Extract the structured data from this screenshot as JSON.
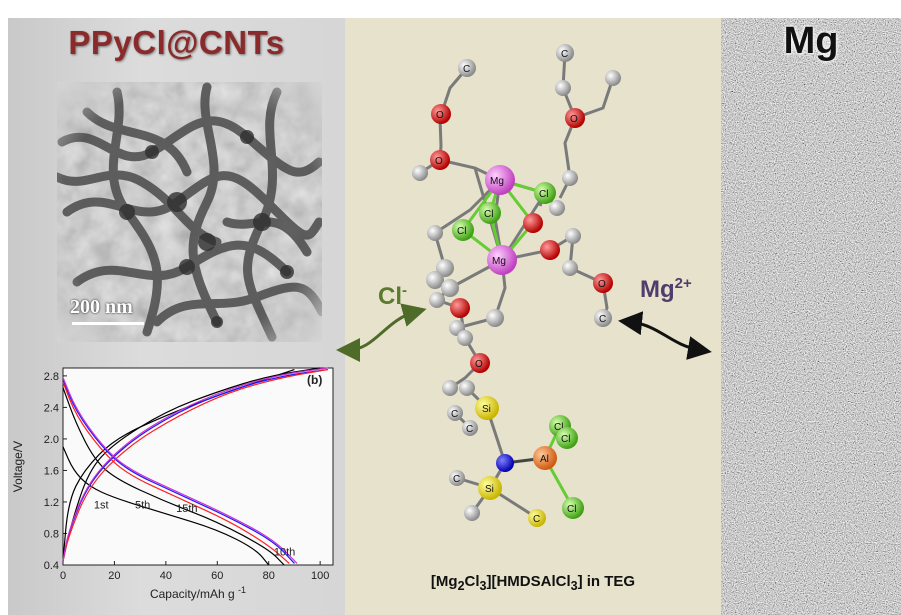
{
  "left_title": "PPyCl@CNTs",
  "right_title": "Mg",
  "scale_bar_label": "200 nm",
  "ion_left": {
    "base": "Cl",
    "sup": "-"
  },
  "ion_right": {
    "base": "Mg",
    "sup": "2+"
  },
  "formula": {
    "parts": [
      "[Mg",
      "2",
      "Cl",
      "3",
      "][HMDSAlCl",
      "3",
      "] in TEG"
    ]
  },
  "atom_labels": {
    "mg": "Mg",
    "cl": "Cl",
    "o": "O",
    "c": "C",
    "si": "Si",
    "al": "Al"
  },
  "colors": {
    "title_red": "#8b2a2a",
    "cl_green": "#5a7a2e",
    "mg_purple": "#4f3d6b",
    "cycle_1": "#000000",
    "cycle_5": "#000000",
    "cycle_10": "#1a1aff",
    "cycle_15": "#ff2020",
    "extra_magenta": "#cc33cc"
  },
  "chart_data": {
    "type": "line",
    "panel_label": "(b)",
    "xlabel": "Capacity/mAh g",
    "xlabel_sup": "-1",
    "ylabel": "Voltage/V",
    "xlim": [
      0,
      105
    ],
    "ylim": [
      0.4,
      2.9
    ],
    "xticks": [
      0,
      20,
      40,
      60,
      80,
      100
    ],
    "yticks": [
      0.4,
      0.8,
      1.2,
      1.6,
      2.0,
      2.4,
      2.8
    ],
    "annotations": [
      "1st",
      "5th",
      "15th",
      "10th"
    ],
    "series": [
      {
        "name": "1st",
        "color": "#000000",
        "discharge": [
          [
            0,
            1.9
          ],
          [
            4,
            1.6
          ],
          [
            10,
            1.4
          ],
          [
            20,
            1.25
          ],
          [
            40,
            1.05
          ],
          [
            60,
            0.85
          ],
          [
            75,
            0.6
          ],
          [
            80,
            0.4
          ]
        ],
        "charge": [
          [
            0,
            0.45
          ],
          [
            2,
            1.2
          ],
          [
            8,
            1.6
          ],
          [
            20,
            2.0
          ],
          [
            40,
            2.3
          ],
          [
            60,
            2.55
          ],
          [
            78,
            2.75
          ],
          [
            90,
            2.88
          ]
        ]
      },
      {
        "name": "5th",
        "color": "#000000",
        "discharge": [
          [
            0,
            2.65
          ],
          [
            5,
            2.2
          ],
          [
            12,
            1.75
          ],
          [
            20,
            1.5
          ],
          [
            40,
            1.2
          ],
          [
            60,
            0.95
          ],
          [
            80,
            0.6
          ],
          [
            86,
            0.4
          ]
        ],
        "charge": [
          [
            0,
            0.45
          ],
          [
            3,
            0.9
          ],
          [
            10,
            1.6
          ],
          [
            20,
            1.95
          ],
          [
            40,
            2.35
          ],
          [
            60,
            2.6
          ],
          [
            80,
            2.8
          ],
          [
            100,
            2.9
          ]
        ]
      },
      {
        "name": "10th",
        "color": "#1a1aff",
        "discharge": [
          [
            0,
            2.75
          ],
          [
            5,
            2.35
          ],
          [
            15,
            1.9
          ],
          [
            25,
            1.6
          ],
          [
            45,
            1.3
          ],
          [
            65,
            1.0
          ],
          [
            82,
            0.7
          ],
          [
            90,
            0.42
          ]
        ],
        "charge": [
          [
            0,
            0.45
          ],
          [
            2,
            0.8
          ],
          [
            10,
            1.45
          ],
          [
            25,
            1.95
          ],
          [
            45,
            2.35
          ],
          [
            65,
            2.62
          ],
          [
            85,
            2.8
          ],
          [
            103,
            2.88
          ]
        ]
      },
      {
        "name": "15th",
        "color": "#ff2020",
        "discharge": [
          [
            0,
            2.72
          ],
          [
            5,
            2.3
          ],
          [
            15,
            1.85
          ],
          [
            25,
            1.55
          ],
          [
            45,
            1.25
          ],
          [
            65,
            0.95
          ],
          [
            80,
            0.65
          ],
          [
            88,
            0.42
          ]
        ],
        "charge": [
          [
            0,
            0.45
          ],
          [
            2,
            0.75
          ],
          [
            10,
            1.4
          ],
          [
            25,
            1.9
          ],
          [
            45,
            2.3
          ],
          [
            65,
            2.6
          ],
          [
            85,
            2.78
          ],
          [
            103,
            2.88
          ]
        ]
      },
      {
        "color": "#cc33cc",
        "discharge": [
          [
            0,
            2.78
          ],
          [
            5,
            2.38
          ],
          [
            15,
            1.92
          ],
          [
            25,
            1.62
          ],
          [
            45,
            1.32
          ],
          [
            65,
            1.02
          ],
          [
            82,
            0.72
          ],
          [
            91,
            0.42
          ]
        ],
        "charge": [
          [
            0,
            0.45
          ],
          [
            2,
            0.82
          ],
          [
            10,
            1.47
          ],
          [
            25,
            1.97
          ],
          [
            45,
            2.37
          ],
          [
            65,
            2.64
          ],
          [
            85,
            2.82
          ],
          [
            103,
            2.9
          ]
        ]
      }
    ]
  }
}
